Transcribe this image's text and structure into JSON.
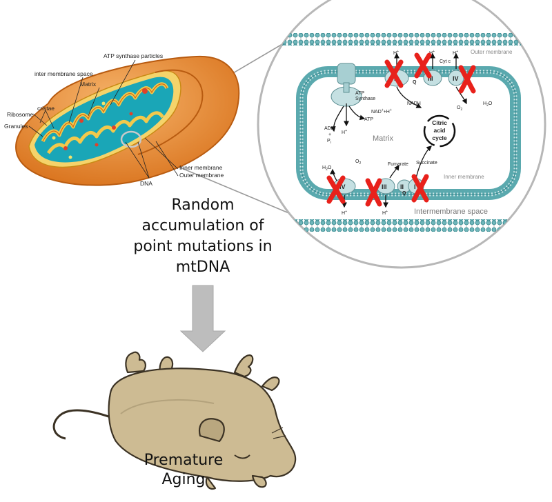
{
  "mito_labels": {
    "atp_particles": "ATP synthase particles",
    "inter_membrane": "inter membrane space",
    "matrix": "Matrix",
    "cristae": "cristae",
    "ribosome": "Ribosome",
    "granules": "Granules",
    "inner_membrane": "Inner membrane",
    "outer_membrane": "Outer membrane",
    "dna": "DNA"
  },
  "zoom_labels": {
    "outer_membrane": "Outer membrane",
    "inner_membrane": "Inner membrane",
    "matrix": "Matrix",
    "intermembrane_space": "Intermembrane space",
    "atp_synthase_1": "ATP",
    "atp_synthase_2": "Synthase",
    "atp": "ATP",
    "adp": "ADP",
    "plus": "+",
    "pi": "P",
    "pi_sub": "i",
    "nad": "NAD",
    "nad_rest": "+H",
    "nadh": "NADH",
    "cyt_c": "Cyt c",
    "o2": "O",
    "h2o": "H",
    "h2o_o": "O",
    "fumarate": "Fumarate",
    "succinate": "Succinate",
    "citric_1": "Citric",
    "citric_2": "acid",
    "citric_3": "cycle",
    "h_plus": "H",
    "sup_plus": "+",
    "two": "2",
    "q": "Q",
    "complex_I": "I",
    "complex_II": "II",
    "complex_III": "III",
    "complex_IV": "IV"
  },
  "caption": {
    "line1": "Random",
    "line2": "accumulation of",
    "line3": "point mutations in",
    "line4": "mtDNA"
  },
  "result": {
    "line1": "Premature",
    "line2": "Aging"
  },
  "colors": {
    "mito_outer": "#e07a1f",
    "mito_fill": "#f3a552",
    "matrix_teal": "#1aa6b7",
    "membrane_teal": "#3a9ea5",
    "mutation_x": "#e8211b",
    "arrow_gray": "#bdbdbd",
    "rat_fill": "#cdbb93"
  }
}
